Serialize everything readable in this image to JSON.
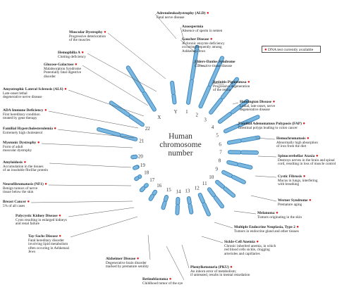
{
  "center_title": [
    "Human",
    "chromosome",
    "number"
  ],
  "legend": {
    "label": "DNA test currently available",
    "dot_color": "#d42020"
  },
  "colors": {
    "chromosome_fill": "#7ab8e0",
    "chromosome_stroke": "#3f86bf",
    "leader": "#555555",
    "dot": "#d42020"
  },
  "chromosomes": [
    "1",
    "2",
    "3",
    "4",
    "5",
    "6",
    "7",
    "8",
    "9",
    "10",
    "11",
    "12",
    "13",
    "14",
    "15",
    "16",
    "17",
    "18",
    "19",
    "20",
    "21",
    "22",
    "X",
    "Y"
  ],
  "diseases": [
    {
      "name": "Adrenoleukodystrophy (ALD)",
      "desc": [
        "Fatal nerve disease"
      ],
      "test": true
    },
    {
      "name": "Azoospermia",
      "desc": [
        "Absence of sperm in semen"
      ],
      "test": false
    },
    {
      "name": "Gaucher Disease",
      "desc": [
        "A chronic enzyme deficiency",
        "occurringfrequently among",
        "Ashkenazi Jews"
      ],
      "test": true
    },
    {
      "name": "Ehlers-Danlos Syndrome",
      "desc": [
        "Connective tissue disease"
      ],
      "test": false
    },
    {
      "name": "Retinitis Pigmentosa",
      "desc": [
        "Progressive degeneration",
        "of the retina"
      ],
      "test": true
    },
    {
      "name": "Huntington Disease",
      "desc": [
        "Lethal, late-onset, nerve",
        "degenerative disease"
      ],
      "test": true
    },
    {
      "name": "Familial Adenomatous Polyposis (FAP)",
      "desc": [
        "Intestinal polyps leading to colon cancer"
      ],
      "test": true
    },
    {
      "name": "Hemochromatosis",
      "desc": [
        "Abnormally high absorption",
        "of iron from the diet"
      ],
      "test": true
    },
    {
      "name": "Spinocerebellar Ataxia",
      "desc": [
        "Destroys nerves in the brain and spinal",
        "cord, resulting in loss of muscle control"
      ],
      "test": true
    },
    {
      "name": "Cystic Fibrosis",
      "desc": [
        "Mucus in lungs, interfering",
        "with breathing"
      ],
      "test": true
    },
    {
      "name": "Werner Syndrome",
      "desc": [
        "Premature aging"
      ],
      "test": true
    },
    {
      "name": "Melanoma",
      "desc": [
        "Tumors originating in the skin"
      ],
      "test": true
    },
    {
      "name": "Multiple Endocrine Neoplasia, Type 2",
      "desc": [
        "Tumors in endocrine gland and other tissues"
      ],
      "test": true
    },
    {
      "name": "Sickle-Cell Anemia",
      "desc": [
        "Chronic inherited anemia, in which",
        "red blood cells sickle, clogging",
        "arterioles and capillaries"
      ],
      "test": true
    },
    {
      "name": "Phenylketonuria (PKU)",
      "desc": [
        "An inborn error of metabolism;",
        "if untreated, results in mental retardation"
      ],
      "test": true
    },
    {
      "name": "Retinoblastoma",
      "desc": [
        "Childhood tumor of the eye"
      ],
      "test": true
    },
    {
      "name": "Alzheimer Disease",
      "desc": [
        "Degenerative brain disorder",
        "marked by premature senility"
      ],
      "test": true
    },
    {
      "name": "Tay-Sachs Disease",
      "desc": [
        "Fatal hereditary disorder",
        "involving lipid metabolism",
        "often occuring in Ashkenazi",
        "Jews"
      ],
      "test": true
    },
    {
      "name": "Polycystic Kidney Disease",
      "desc": [
        "Cysts resulting in enlarged kidneys",
        "and renal failure"
      ],
      "test": true
    },
    {
      "name": "Breast Cancer",
      "desc": [
        "5% of all cases"
      ],
      "test": true
    },
    {
      "name": "Neurofibromatosis (NF1)",
      "desc": [
        "Benign tumors of nerve",
        "tissue below the skin"
      ],
      "test": true
    },
    {
      "name": "Amyloidosis",
      "desc": [
        "Accumulation in the tissues",
        "of an insoluble fibrillar protein"
      ],
      "test": true
    },
    {
      "name": "Myotonic Dystrophy",
      "desc": [
        "Form of adult",
        "muscular dystrophy"
      ],
      "test": true
    },
    {
      "name": "Familial Hypercholesterolemia",
      "desc": [
        "Extremely high cholesterol"
      ],
      "test": true
    },
    {
      "name": "ADA Immune Deficiency",
      "desc": [
        "First hereditary condition",
        "treated by gene therapy"
      ],
      "test": true
    },
    {
      "name": "Amyotrophic Lateral Sclerosis (ALS)",
      "desc": [
        "Late-onset lethal",
        "degenerative nerve disease"
      ],
      "test": true
    },
    {
      "name": "Glucose-Galactose",
      "desc": [
        "Malabsorption Syndrome",
        "Potentially fatal digestive",
        "disorder"
      ],
      "test": true
    },
    {
      "name": "Hemophilia A",
      "desc": [
        "Clotting deficiency"
      ],
      "test": true
    },
    {
      "name": "Muscular Dystrophy",
      "desc": [
        "Progressive deterioration",
        "of the muscles"
      ],
      "test": true
    }
  ]
}
